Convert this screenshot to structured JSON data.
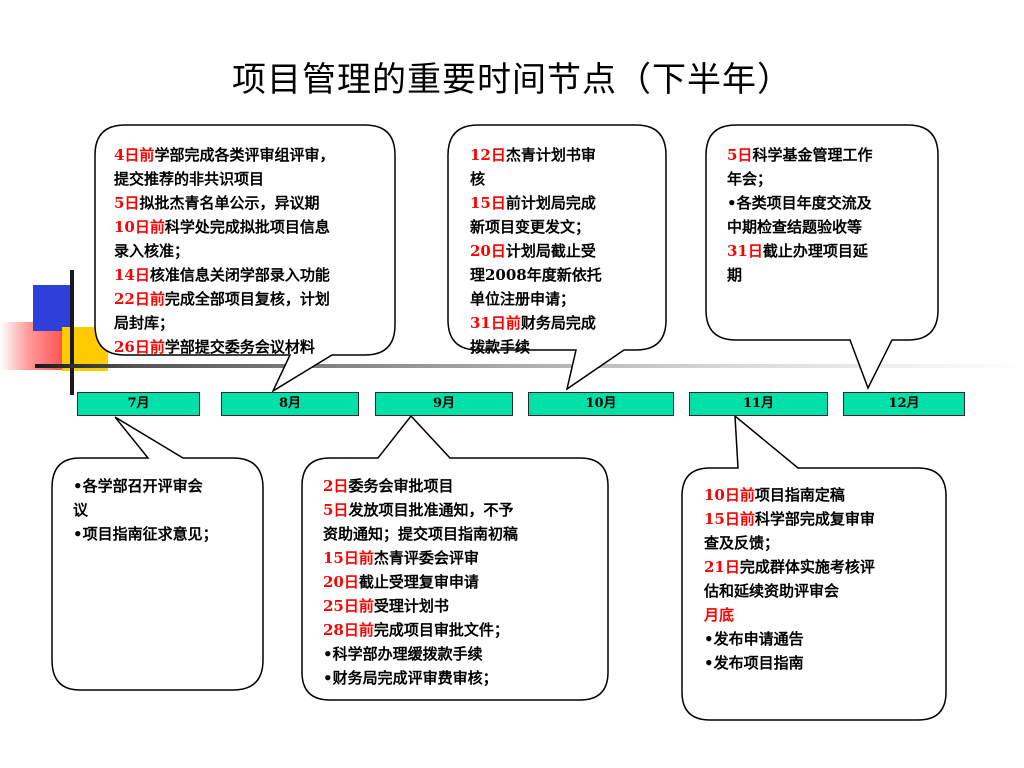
{
  "title": "项目管理的重要时间节点（下半年）",
  "months": [
    "7月",
    "8月",
    "9月",
    "10月",
    "11月",
    "12月"
  ],
  "bubbles": {
    "aug": {
      "lines": [
        [
          {
            "t": "4日前",
            "hl": true
          },
          {
            "t": "学部完成各类评审组评审，"
          }
        ],
        [
          {
            "t": "提交推荐的非共识项目"
          }
        ],
        [
          {
            "t": "5日",
            "hl": true
          },
          {
            "t": "拟批杰青名单公示，异议期"
          }
        ],
        [
          {
            "t": "10日前",
            "hl": true
          },
          {
            "t": "科学处完成拟批项目信息"
          }
        ],
        [
          {
            "t": "录入核准；"
          }
        ],
        [
          {
            "t": "14日",
            "hl": true
          },
          {
            "t": "核准信息关闭学部录入功能"
          }
        ],
        [
          {
            "t": "22日前",
            "hl": true
          },
          {
            "t": "完成全部项目复核，计划"
          }
        ],
        [
          {
            "t": "局封库；"
          }
        ],
        [
          {
            "t": "26日前",
            "hl": true
          },
          {
            "t": "学部提交委务会议材料"
          }
        ]
      ]
    },
    "oct": {
      "lines": [
        [
          {
            "t": "12日",
            "hl": true
          },
          {
            "t": "杰青计划书审"
          }
        ],
        [
          {
            "t": "核"
          }
        ],
        [
          {
            "t": "15日",
            "hl": true
          },
          {
            "t": "前计划局完成"
          }
        ],
        [
          {
            "t": "新项目变更发文；"
          }
        ],
        [
          {
            "t": "20日",
            "hl": true
          },
          {
            "t": "计划局截止受"
          }
        ],
        [
          {
            "t": "理2008年度新依托"
          }
        ],
        [
          {
            "t": "单位注册申请；"
          }
        ],
        [
          {
            "t": "31日前",
            "hl": true
          },
          {
            "t": "财务局完成"
          }
        ],
        [
          {
            "t": "拨款手续"
          }
        ]
      ]
    },
    "dec": {
      "lines": [
        [
          {
            "t": "5日",
            "hl": true
          },
          {
            "t": "科学基金管理工作"
          }
        ],
        [
          {
            "t": "年会；"
          }
        ],
        [
          {
            "t": "•各类项目年度交流及"
          }
        ],
        [
          {
            "t": "中期检查结题验收等"
          }
        ],
        [
          {
            "t": "31日",
            "hl": true
          },
          {
            "t": "截止办理项目延"
          }
        ],
        [
          {
            "t": "期"
          }
        ]
      ]
    },
    "jul": {
      "lines": [
        [
          {
            "t": "•各学部召开评审会"
          }
        ],
        [
          {
            "t": "议"
          }
        ],
        [
          {
            "t": "•项目指南征求意见；"
          }
        ]
      ]
    },
    "sep": {
      "lines": [
        [
          {
            "t": "2日",
            "hl": true
          },
          {
            "t": "委务会审批项目"
          }
        ],
        [
          {
            "t": "5日",
            "hl": true
          },
          {
            "t": "发放项目批准通知，不予"
          }
        ],
        [
          {
            "t": "资助通知；提交项目指南初稿"
          }
        ],
        [
          {
            "t": "15日前",
            "hl": true
          },
          {
            "t": "杰青评委会评审"
          }
        ],
        [
          {
            "t": "20日",
            "hl": true
          },
          {
            "t": "截止受理复审申请"
          }
        ],
        [
          {
            "t": "25日前",
            "hl": true
          },
          {
            "t": "受理计划书"
          }
        ],
        [
          {
            "t": "28日前",
            "hl": true
          },
          {
            "t": "完成项目审批文件；"
          }
        ],
        [
          {
            "t": "•科学部办理缓拨款手续"
          }
        ],
        [
          {
            "t": "•财务局完成评审费审核；"
          }
        ]
      ]
    },
    "nov": {
      "lines": [
        [
          {
            "t": "10日前",
            "hl": true
          },
          {
            "t": "项目指南定稿"
          }
        ],
        [
          {
            "t": "15日前",
            "hl": true
          },
          {
            "t": "科学部完成复审审"
          }
        ],
        [
          {
            "t": "查及反馈；"
          }
        ],
        [
          {
            "t": "21日",
            "hl": true
          },
          {
            "t": "完成群体实施考核评"
          }
        ],
        [
          {
            "t": "估和延续资助评审会"
          }
        ],
        [
          {
            "t": "月底",
            "hl": true
          }
        ],
        [
          {
            "t": "•发布申请通告"
          }
        ],
        [
          {
            "t": "•发布项目指南"
          }
        ]
      ]
    }
  }
}
